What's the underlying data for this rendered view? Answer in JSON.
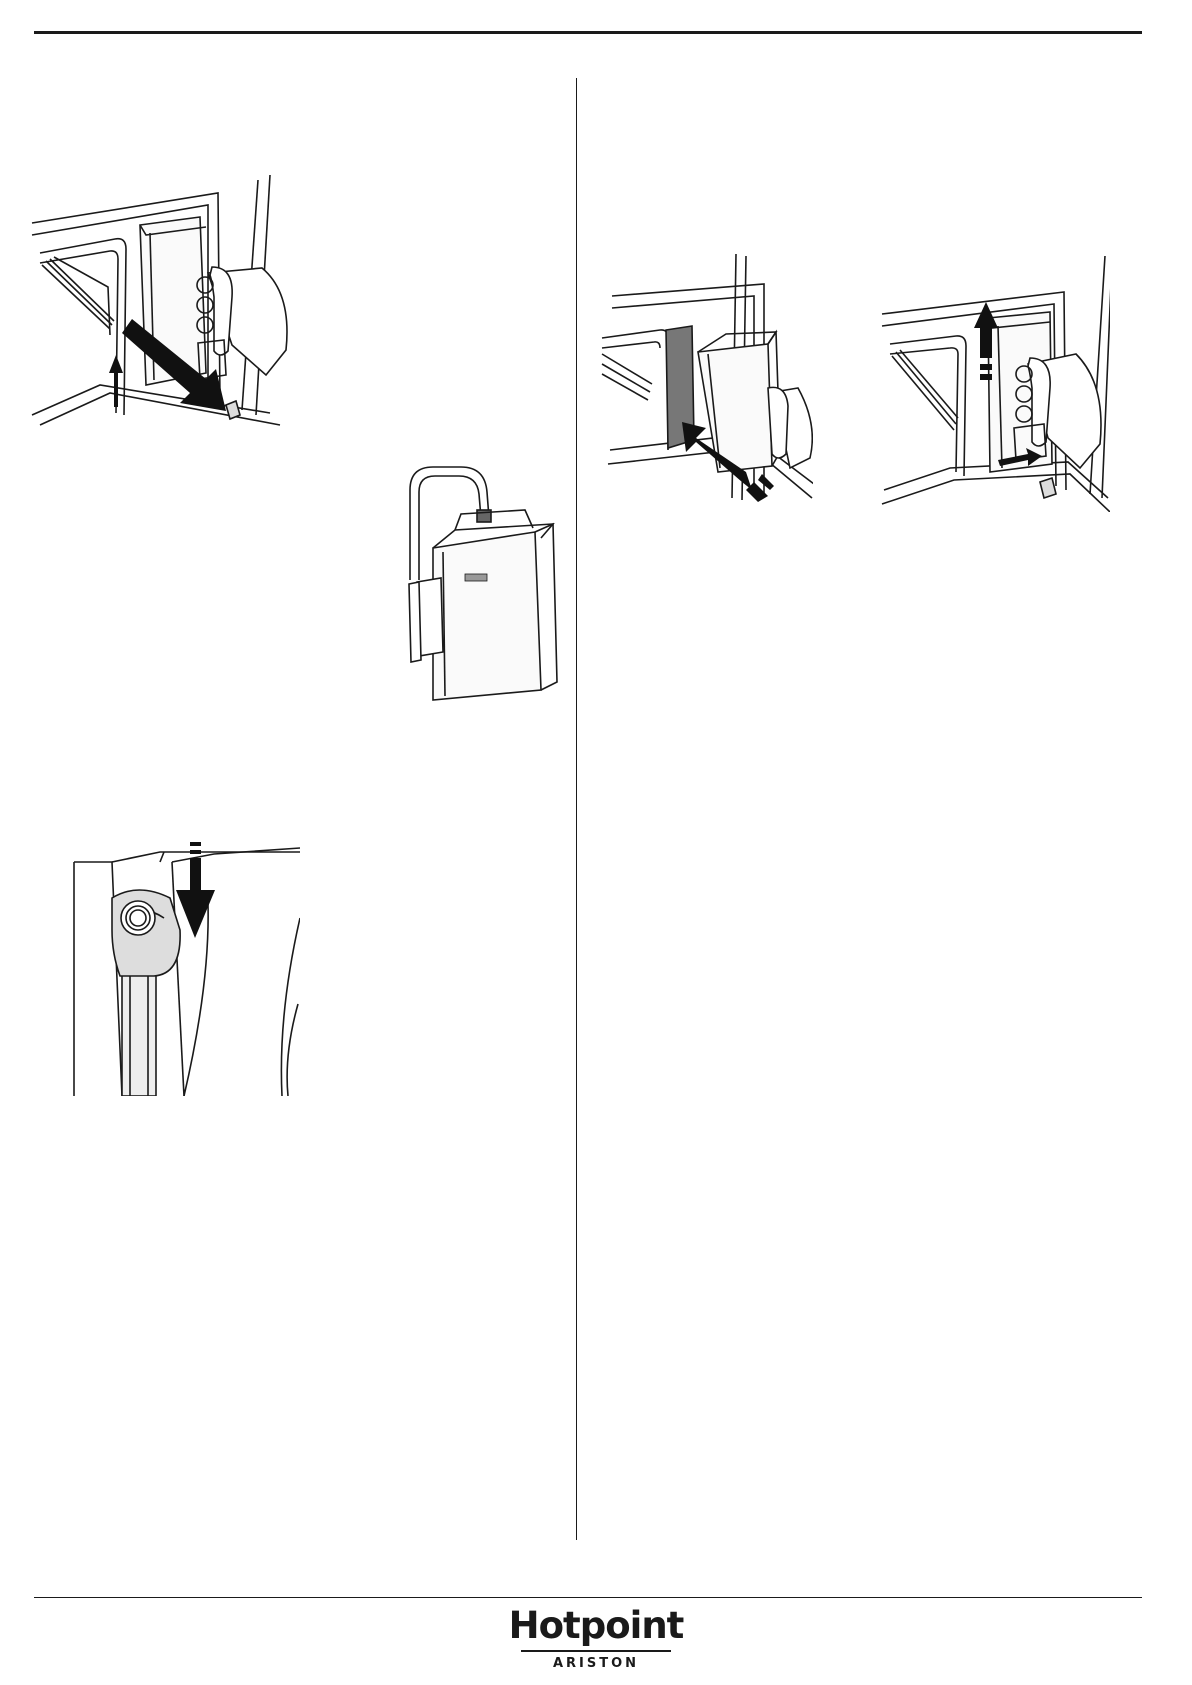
{
  "brand": {
    "name": "Hotpoint",
    "sub": "ARISTON"
  },
  "illustrations": [
    {
      "id": "remove-tank",
      "icon": "oven-water-tank-removal-illustration"
    },
    {
      "id": "fill-tank",
      "icon": "water-tank-filling-tap-illustration"
    },
    {
      "id": "tank-cap",
      "icon": "water-tank-cap-illustration"
    },
    {
      "id": "insert-tank",
      "icon": "oven-water-tank-insertion-illustration"
    },
    {
      "id": "push-tank",
      "icon": "oven-water-tank-push-illustration"
    }
  ]
}
